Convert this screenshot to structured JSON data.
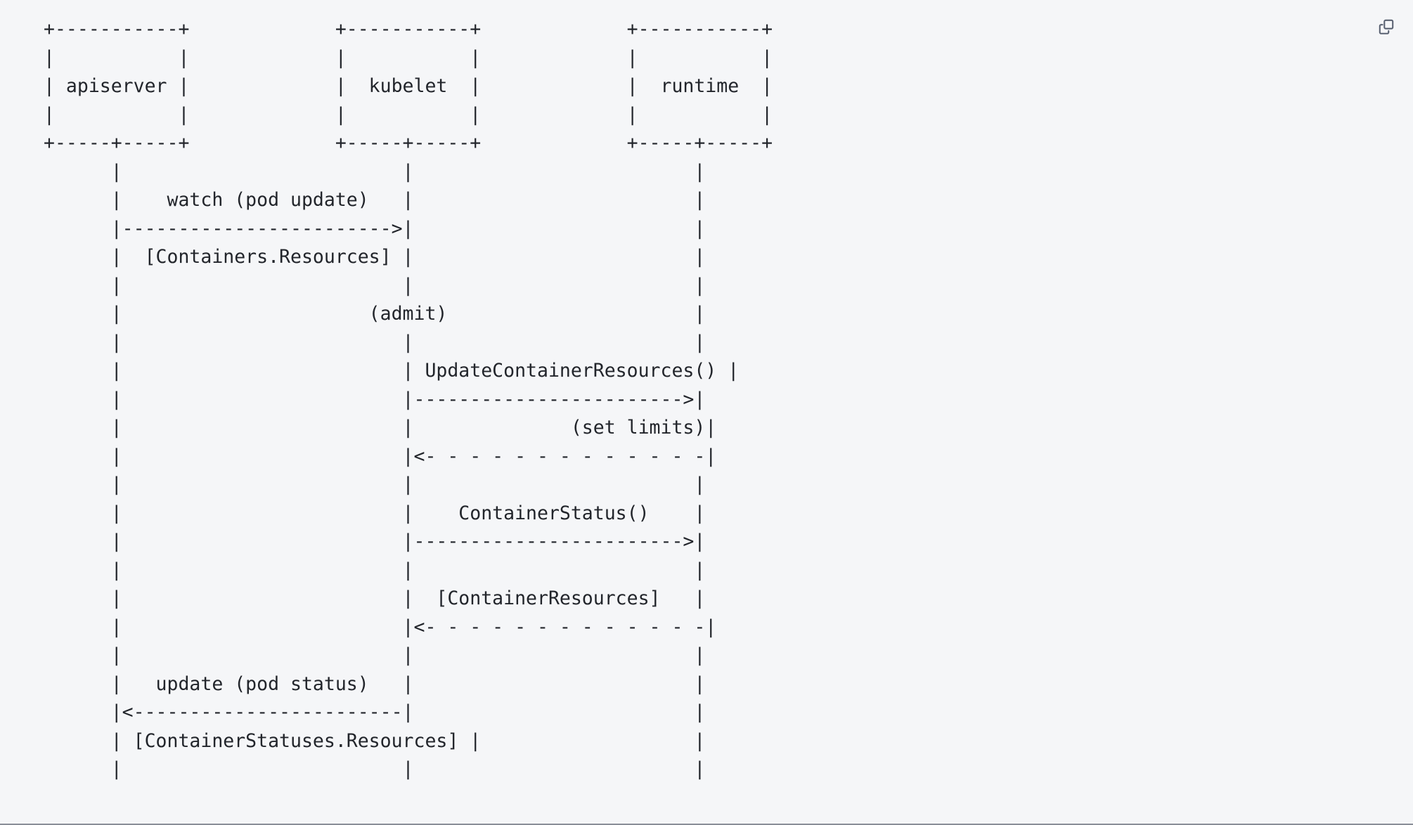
{
  "code_block": {
    "language_hint": "text",
    "background_color": "#f5f6f8",
    "text_color": "#22252b",
    "border_color": "#8a8f98"
  },
  "toolbar": {
    "copy_button": {
      "icon": "copy-icon",
      "label": "",
      "color": "#5a6272"
    }
  },
  "diagram": {
    "type": "ascii-sequence-diagram",
    "participants": [
      "apiserver",
      "kubelet",
      "runtime"
    ],
    "messages": [
      {
        "from": "apiserver",
        "to": "kubelet",
        "label": "watch (pod update)",
        "payload": "[Containers.Resources]",
        "style": "solid",
        "direction": "right"
      },
      {
        "from": "kubelet",
        "to": "kubelet",
        "label": "(admit)",
        "payload": "",
        "style": "note",
        "direction": "self"
      },
      {
        "from": "kubelet",
        "to": "runtime",
        "label": "UpdateContainerResources()",
        "payload": "",
        "style": "solid",
        "direction": "right"
      },
      {
        "from": "runtime",
        "to": "kubelet",
        "label": "(set limits)",
        "payload": "",
        "style": "dashed",
        "direction": "left"
      },
      {
        "from": "kubelet",
        "to": "runtime",
        "label": "ContainerStatus()",
        "payload": "",
        "style": "solid",
        "direction": "right"
      },
      {
        "from": "runtime",
        "to": "kubelet",
        "label": "[ContainerResources]",
        "payload": "",
        "style": "dashed",
        "direction": "left"
      },
      {
        "from": "kubelet",
        "to": "apiserver",
        "label": "update (pod status)",
        "payload": "[ContainerStatuses.Resources]",
        "style": "solid",
        "direction": "left"
      }
    ],
    "ascii": "+-----------+             +-----------+             +-----------+\n|           |             |           |             |           |\n| apiserver |             |  kubelet  |             |  runtime  |\n|           |             |           |             |           |\n+-----+-----+             +-----+-----+             +-----+-----+\n      |                         |                         |\n      |    watch (pod update)   |                         |\n      |------------------------>|                         |\n      |  [Containers.Resources] |                         |\n      |                         |                         |\n      |                      (admit)                      |\n      |                         |                         |\n      |                         | UpdateContainerResources() |\n      |                         |------------------------>|\n      |                         |              (set limits)|\n      |                         |<- - - - - - - - - - - - -|\n      |                         |                         |\n      |                         |    ContainerStatus()    |\n      |                         |------------------------>|\n      |                         |                         |\n      |                         |  [ContainerResources]   |\n      |                         |<- - - - - - - - - - - - -|\n      |                         |                         |\n      |   update (pod status)   |                         |\n      |<------------------------|                         |\n      | [ContainerStatuses.Resources] |                   |\n      |                         |                         |"
  }
}
